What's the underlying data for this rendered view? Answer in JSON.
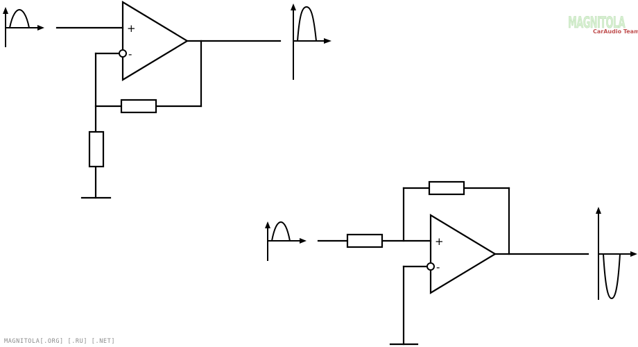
{
  "non_inverting": {
    "plus": "+",
    "minus": "-"
  },
  "inverting": {
    "plus": "+",
    "minus": "-"
  },
  "watermark": {
    "logo": "MAGNITOLA",
    "tagline": "CarAudio Team",
    "color": "#d6efd0",
    "accent": "#c05050"
  },
  "footer_text": "MAGNITOLA[.ORG] [.RU] [.NET]"
}
